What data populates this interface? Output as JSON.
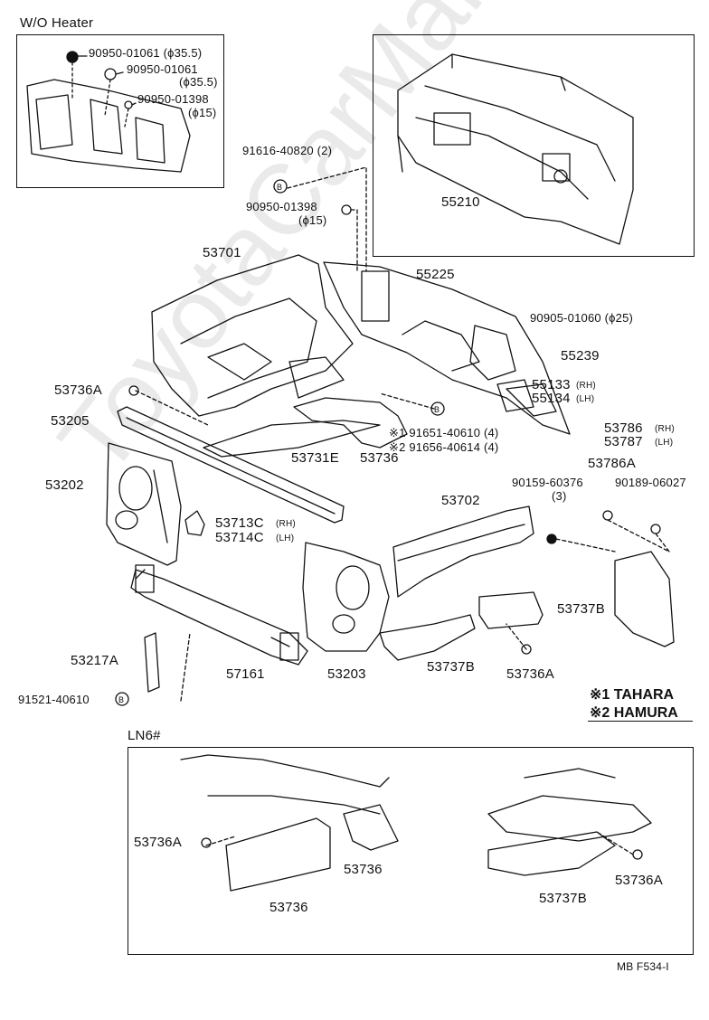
{
  "watermark": "ToyotaCarMart.ru",
  "insets": {
    "wo_heater_title": "W/O Heater",
    "ln6_title": "LN6#"
  },
  "labels": {
    "p90950_01061_a": "90950-01061 (ϕ35.5)",
    "p90950_01061_b": "90950-01061",
    "p90950_01061_b_size": "(ϕ35.5)",
    "p90950_01398_a": "90950-01398",
    "p90950_01398_a_size": "(ϕ15)",
    "p91616_40820": "91616-40820 (2)",
    "p90950_01398_b": "90950-01398",
    "p90950_01398_b_size": "(ϕ15)",
    "p55210": "55210",
    "p53701": "53701",
    "p55225": "55225",
    "p90905_01060": "90905-01060 (ϕ25)",
    "p55239": "55239",
    "p55133": "55133",
    "p55133_side": "(RH)",
    "p55134": "55134",
    "p55134_side": "(LH)",
    "p53736A_1": "53736A",
    "p53205": "53205",
    "p91651": "※1 91651-40610 (4)",
    "p91656": "※2 91656-40614 (4)",
    "p53731E": "53731E",
    "p53736_1": "53736",
    "p53786": "53786",
    "p53786_side": "(RH)",
    "p53787": "53787",
    "p53787_side": "(LH)",
    "p53786A": "53786A",
    "p53202": "53202",
    "p90159": "90159-60376",
    "p90159_qty": "(3)",
    "p90189": "90189-06027",
    "p53702": "53702",
    "p53713C": "53713C",
    "p53713C_side": "(RH)",
    "p53714C": "53714C",
    "p53714C_side": "(LH)",
    "p53737B_1": "53737B",
    "p53217A": "53217A",
    "p57161": "57161",
    "p53203": "53203",
    "p53737B_2": "53737B",
    "p53736A_2": "53736A",
    "p91521": "91521-40610",
    "p53736A_3": "53736A",
    "p53736_2": "53736",
    "p53736_3": "53736",
    "p53737B_3": "53737B",
    "p53736A_4": "53736A"
  },
  "legend": {
    "line1": "※1 TAHARA",
    "line2": "※2 HAMURA"
  },
  "footer": {
    "code": "MB  F534-I"
  }
}
